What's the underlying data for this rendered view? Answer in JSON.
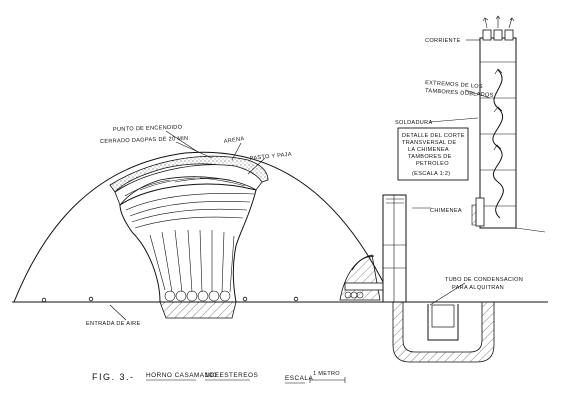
{
  "labels": {
    "punto_encendido": "PUNTO DE ENCENDIDO",
    "cerrado": "CERRADO DAGPAS DE 20 MIN",
    "arena": "ARENA",
    "pasto_paja": "PASTO Y PAJA",
    "entrada_aire": "ENTRADA DE AIRE",
    "chimenea": "CHIMENEA",
    "corriente": "CORRIENTE",
    "extremos_1": "EXTREMOS DE LOS",
    "extremos_2": "TAMBORES DOBLADOS",
    "soldadura": "SOLDADURA",
    "detalle_1": "DETALLE DEL CORTE",
    "detalle_2": "TRANSVERSAL DE",
    "detalle_3": "LA CHIMENEA",
    "detalle_4": "TAMBORES DE",
    "detalle_5": "PETROLEO",
    "detalle_escala": "(ESCALA  1:2)",
    "tubo_1": "TUBO DE CONDENSACION",
    "tubo_2": "PARA ALQUITRAN"
  },
  "caption": {
    "fig": "FIG. 3.-",
    "title": "HORNO CASAMANCE",
    "capacity": "100 ESTEREOS",
    "scale": "ESCALA",
    "scale_unit": "1 METRO"
  }
}
